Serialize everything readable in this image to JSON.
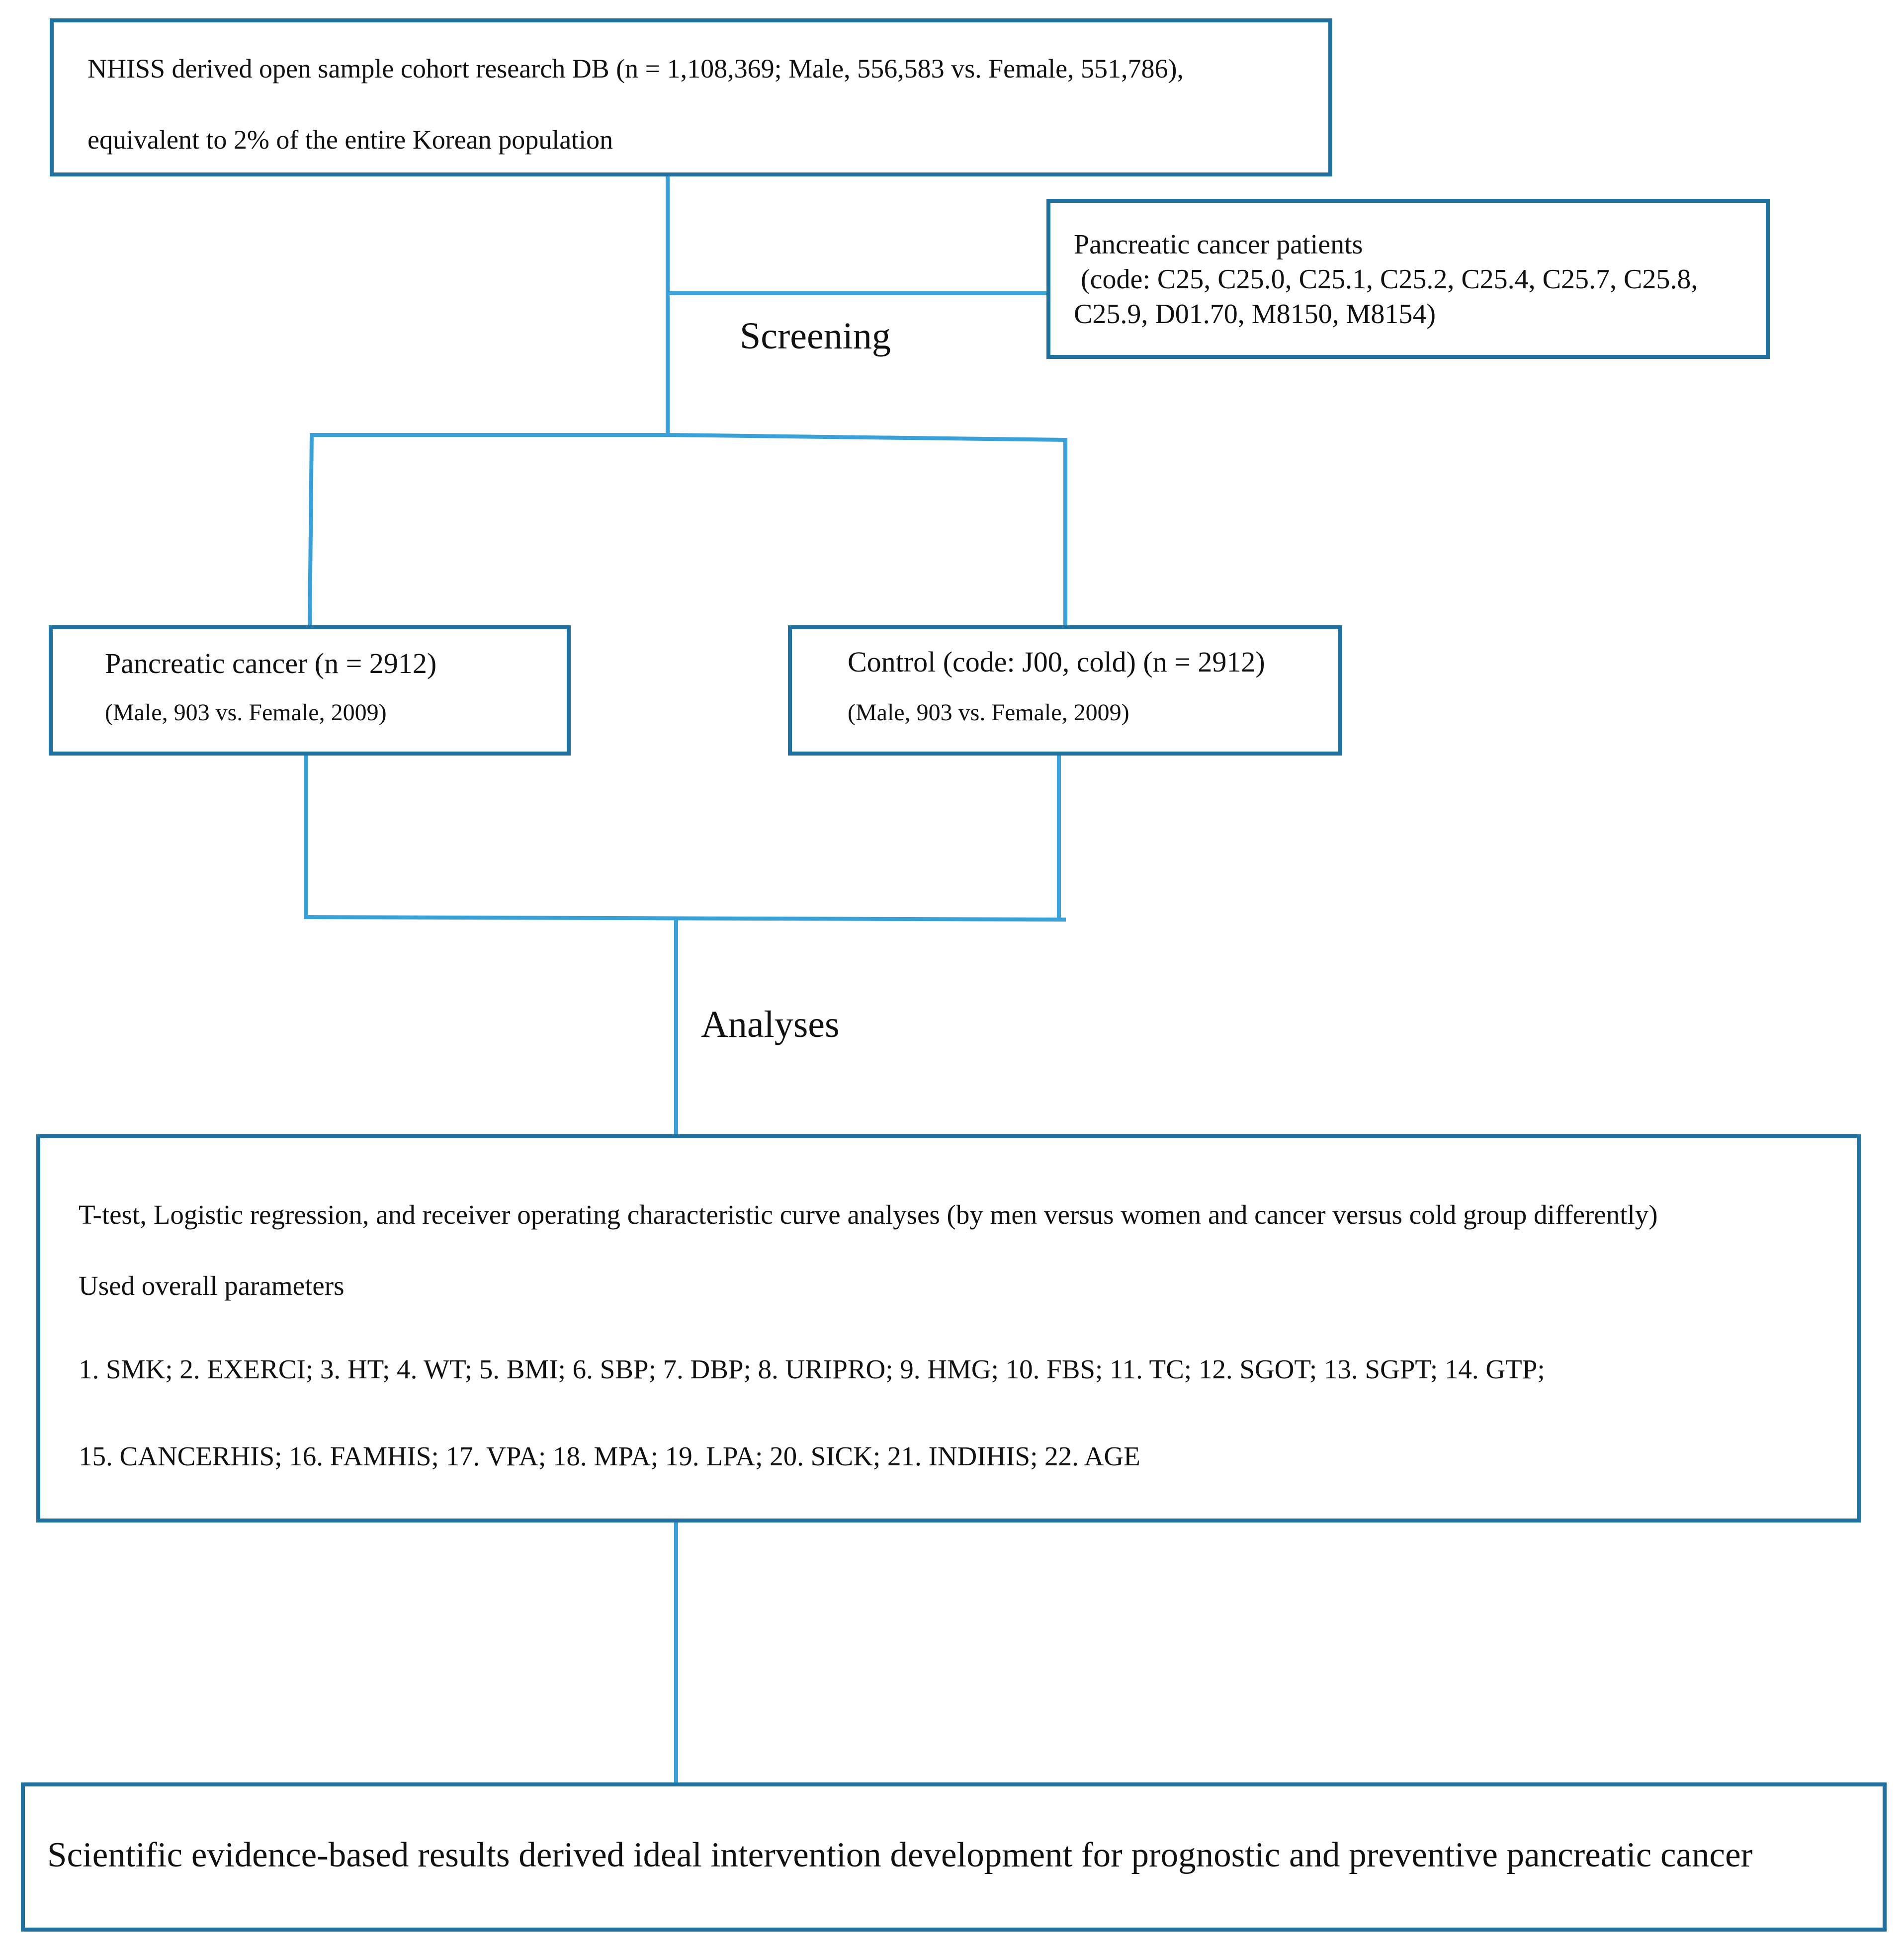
{
  "diagram": {
    "source_box": {
      "lines": [
        "NHISS derived open sample cohort research DB (n = 1,108,369; Male, 556,583 vs. Female, 551,786),",
        "equivalent to 2% of the entire Korean population"
      ]
    },
    "criteria_box": {
      "lines": [
        "Pancreatic cancer patients",
        " (code: C25, C25.0, C25.1, C25.2, C25.4, C25.7, C25.8,",
        "C25.9, D01.70, M8150, M8154)"
      ]
    },
    "screening_label": "Screening",
    "cancer_box": {
      "title": "Pancreatic cancer (n = 2912)",
      "subtitle": "(Male, 903 vs. Female, 2009)"
    },
    "control_box": {
      "title": "Control (code: J00, cold) (n = 2912)",
      "subtitle": "(Male, 903 vs. Female, 2009)"
    },
    "analyses_label": "Analyses",
    "analysis_box": {
      "lines": [
        "T-test, Logistic regression, and receiver operating characteristic curve analyses (by men versus women and cancer versus cold group differently)",
        "Used overall parameters",
        "1. SMK; 2. EXERCI; 3. HT; 4. WT; 5. BMI; 6. SBP; 7. DBP; 8. URIPRO; 9. HMG; 10. FBS; 11. TC; 12. SGOT; 13. SGPT; 14. GTP;",
        "15. CANCERHIS; 16. FAMHIS; 17. VPA; 18. MPA; 19. LPA; 20. SICK; 21. INDIHIS; 22. AGE"
      ]
    },
    "result_box": {
      "text": "Scientific evidence-based results derived ideal intervention development for prognostic and preventive pancreatic cancer"
    },
    "colors": {
      "box_border": "#2070a0",
      "connector": "#3aa0d8",
      "text": "#111111"
    }
  }
}
